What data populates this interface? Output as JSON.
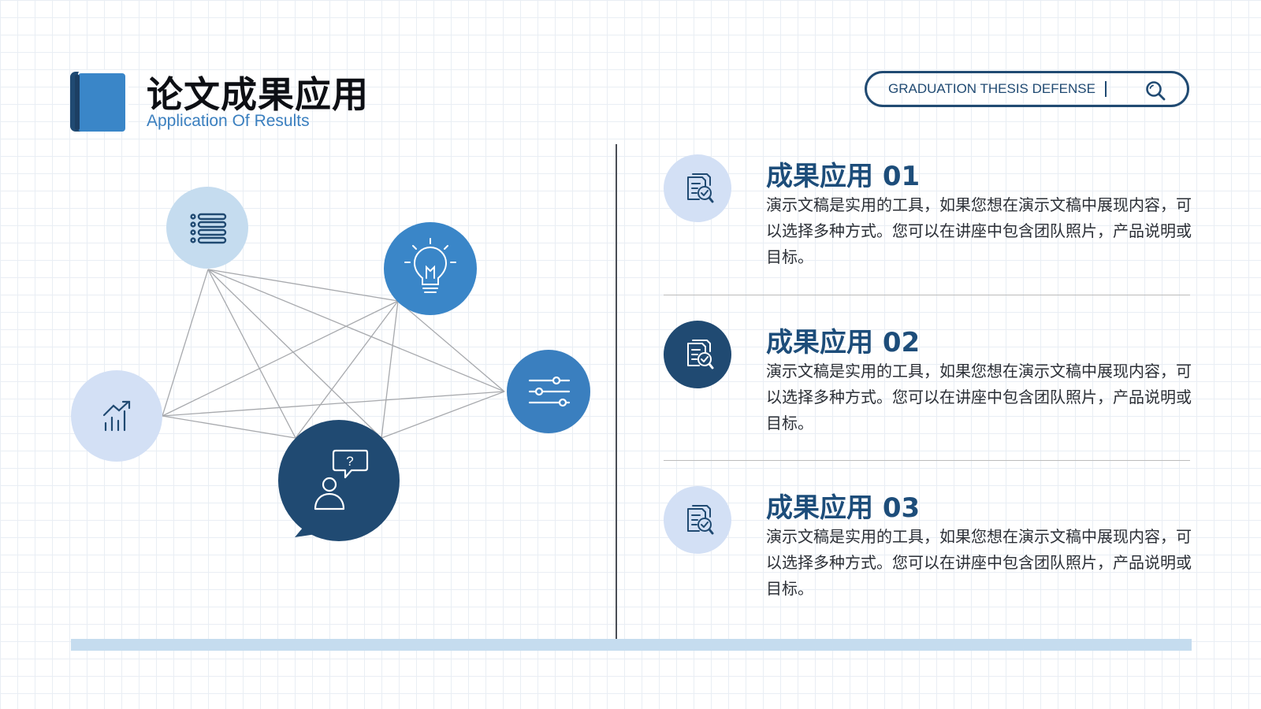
{
  "header": {
    "title": "论文成果应用",
    "subtitle": "Application Of Results",
    "search_text": "GRADUATION THESIS DEFENSE"
  },
  "network": {
    "nodes": [
      {
        "icon": "list-icon"
      },
      {
        "icon": "lightbulb-icon"
      },
      {
        "icon": "sliders-icon"
      },
      {
        "icon": "growth-chart-icon"
      },
      {
        "icon": "user-question-icon"
      }
    ]
  },
  "results": [
    {
      "title": "成果应用 01",
      "desc": "演示文稿是实用的工具，如果您想在演示文稿中展现内容，可以选择多种方式。您可以在讲座中包含团队照片，产品说明或目标。",
      "icon": "document-check-icon"
    },
    {
      "title": "成果应用 02",
      "desc": "演示文稿是实用的工具，如果您想在演示文稿中展现内容，可以选择多种方式。您可以在讲座中包含团队照片，产品说明或目标。",
      "icon": "document-check-icon"
    },
    {
      "title": "成果应用 03",
      "desc": "演示文稿是实用的工具，如果您想在演示文稿中展现内容，可以选择多种方式。您可以在讲座中包含团队照片，产品说明或目标。",
      "icon": "document-check-icon"
    }
  ],
  "colors": {
    "navy": "#204a72",
    "blue": "#3a7fbf",
    "light_blue": "#c5dcef",
    "pale_blue": "#d3e0f5",
    "line_gray": "#a7a9ad"
  }
}
